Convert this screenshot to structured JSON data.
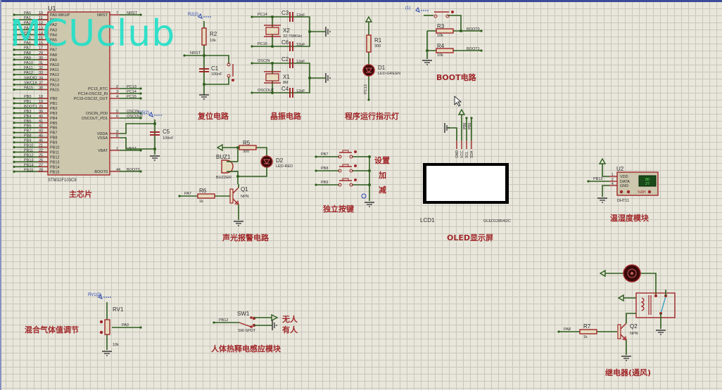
{
  "watermark": "MCUclub",
  "mcu": {
    "ref": "U1",
    "part": "STM32F103C8",
    "title": "主芯片",
    "left_pins": [
      {
        "net": "PA0",
        "num": "10",
        "name": "PA0-WKUP"
      },
      {
        "net": "PA1",
        "num": "11",
        "name": "PA1"
      },
      {
        "net": "PA2",
        "num": "12",
        "name": "PA2"
      },
      {
        "net": "PA3",
        "num": "13",
        "name": "PA3"
      },
      {
        "net": "PA4",
        "num": "14",
        "name": "PA4"
      },
      {
        "net": "PA5",
        "num": "15",
        "name": "PA5"
      },
      {
        "net": "PA6",
        "num": "16",
        "name": "PA6"
      },
      {
        "net": "PA7",
        "num": "17",
        "name": "PA7"
      },
      {
        "net": "PA8",
        "num": "29",
        "name": "PA8"
      },
      {
        "net": "PA9",
        "num": "30",
        "name": "PA9"
      },
      {
        "net": "PA10",
        "num": "31",
        "name": "PA10"
      },
      {
        "net": "PA11",
        "num": "32",
        "name": "PA11"
      },
      {
        "net": "PA12",
        "num": "33",
        "name": "PA12"
      },
      {
        "net": "SWDIO",
        "num": "34",
        "name": "PA13"
      },
      {
        "net": "SWCLK",
        "num": "37",
        "name": "PA14"
      },
      {
        "net": "PA15",
        "num": "38",
        "name": "PA15"
      },
      {
        "net": "PB0",
        "num": "18",
        "name": "PB0"
      },
      {
        "net": "PB1",
        "num": "19",
        "name": "PB1"
      },
      {
        "net": "BOOT1",
        "num": "20",
        "name": "PB2"
      },
      {
        "net": "PB3",
        "num": "39",
        "name": "PB3"
      },
      {
        "net": "PB4",
        "num": "40",
        "name": "PB4"
      },
      {
        "net": "PB5",
        "num": "41",
        "name": "PB5"
      },
      {
        "net": "PB6",
        "num": "42",
        "name": "PB6"
      },
      {
        "net": "PB7",
        "num": "43",
        "name": "PB7"
      },
      {
        "net": "PB8",
        "num": "45",
        "name": "PB8"
      },
      {
        "net": "PB9",
        "num": "46",
        "name": "PB9"
      },
      {
        "net": "PB10",
        "num": "21",
        "name": "PB10"
      },
      {
        "net": "PB11",
        "num": "22",
        "name": "PB11"
      },
      {
        "net": "PB12",
        "num": "25",
        "name": "PB12"
      },
      {
        "net": "PB13",
        "num": "26",
        "name": "PB13"
      },
      {
        "net": "PB14",
        "num": "27",
        "name": "PB14"
      },
      {
        "net": "PB15",
        "num": "28",
        "name": "PB15"
      }
    ],
    "right_pins": [
      {
        "name": "NRST",
        "num": "7",
        "net": "NRST"
      },
      {
        "name": "PC13_RTC",
        "num": "2",
        "net": "PC13"
      },
      {
        "name": "PC14-OSC32_IN",
        "num": "3",
        "net": "PC14"
      },
      {
        "name": "PC15-OSC32_OUT",
        "num": "4",
        "net": "PC15"
      },
      {
        "name": "OSCIN_PD0",
        "num": "5",
        "net": "OSCIN"
      },
      {
        "name": "OSCOUT_PD1",
        "num": "6",
        "net": "OSCOUT"
      },
      {
        "name": "VDDA",
        "num": "9",
        "net": ""
      },
      {
        "name": "VSSA",
        "num": "8",
        "net": ""
      },
      {
        "name": "VBAT",
        "num": "1",
        "net": "VBAT"
      },
      {
        "name": "BOOT0",
        "num": "44",
        "net": "BOOT0"
      }
    ],
    "c5": {
      "ref": "C5",
      "value": "100nF",
      "probe": "C5(2)"
    }
  },
  "reset": {
    "title": "复位电路",
    "r_ref": "R2",
    "r_val": "10k",
    "probe": "R2(2)",
    "net": "NRST",
    "c_ref": "C1",
    "c_val": "100nF"
  },
  "crystal": {
    "title": "晶振电路",
    "x2": {
      "ref": "X2",
      "val": "32.768KHz",
      "net_a": "PC14",
      "net_b": "PC15",
      "c_a": "C3",
      "c_b": "C6",
      "c_val": "12pF"
    },
    "x1": {
      "ref": "X1",
      "val": "8M",
      "net_a": "OSCIN",
      "net_b": "OSCOUT",
      "c_a": "C2",
      "c_b": "C4",
      "c_val": "12pF"
    }
  },
  "led_run": {
    "title": "程序运行指示灯",
    "r_ref": "R1",
    "r_val": "300",
    "d_ref": "D1",
    "d_val": "LED-GREEN",
    "net": "PC13"
  },
  "boot": {
    "title": "BOOT电路",
    "probe": "(1)",
    "r3": "R3",
    "r4": "R4",
    "r_val": "10k",
    "net0": "BOOT0",
    "net1": "BOOT1"
  },
  "alarm": {
    "title": "声光报警电路",
    "buz_ref": "BUZ1",
    "buz_val": "BUZZER",
    "r5": "R5",
    "r5_val": "300",
    "d2": "D2",
    "d2_val": "LED-RED",
    "r6": "R6",
    "r6_val": "1k",
    "q": "Q1",
    "q_val": "NPN",
    "net": "PA7"
  },
  "keys": {
    "title": "独立按键",
    "items": [
      {
        "net": "PB7",
        "label": "设置"
      },
      {
        "net": "PB8",
        "label": "加"
      },
      {
        "net": "PB9",
        "label": "减"
      }
    ]
  },
  "oled": {
    "title": "OLED显示屏",
    "ref": "LCD1",
    "part": "OLED12864I2C",
    "pins": [
      "GND",
      "VCC",
      "SCL",
      "SDA"
    ],
    "nets": [
      "PB6",
      "PB5"
    ]
  },
  "dht": {
    "title": "温湿度模块",
    "ref": "U2",
    "part": "DHT11",
    "net": "PB13",
    "pins": [
      {
        "num": "1",
        "name": "VDD"
      },
      {
        "num": "2",
        "name": "DATA"
      },
      {
        "num": "4",
        "name": "GND"
      }
    ],
    "humidity": "80",
    "temperature": "27",
    "unit": "%RH"
  },
  "relay": {
    "title": "继电器(通风)",
    "r_ref": "R7",
    "r_val": "1k",
    "q": "Q2",
    "q_val": "NPN",
    "net": "PA8"
  },
  "gas": {
    "title": "混合气体值调节",
    "ref": "RV1",
    "val": "10k",
    "probe": "RV1(2)",
    "net": "PA0"
  },
  "pir": {
    "title": "人体热释电感应模块",
    "ref": "SW1",
    "part": "SW-SPDT",
    "net": "PB12",
    "opt_a": "无人",
    "opt_b": "有人"
  }
}
